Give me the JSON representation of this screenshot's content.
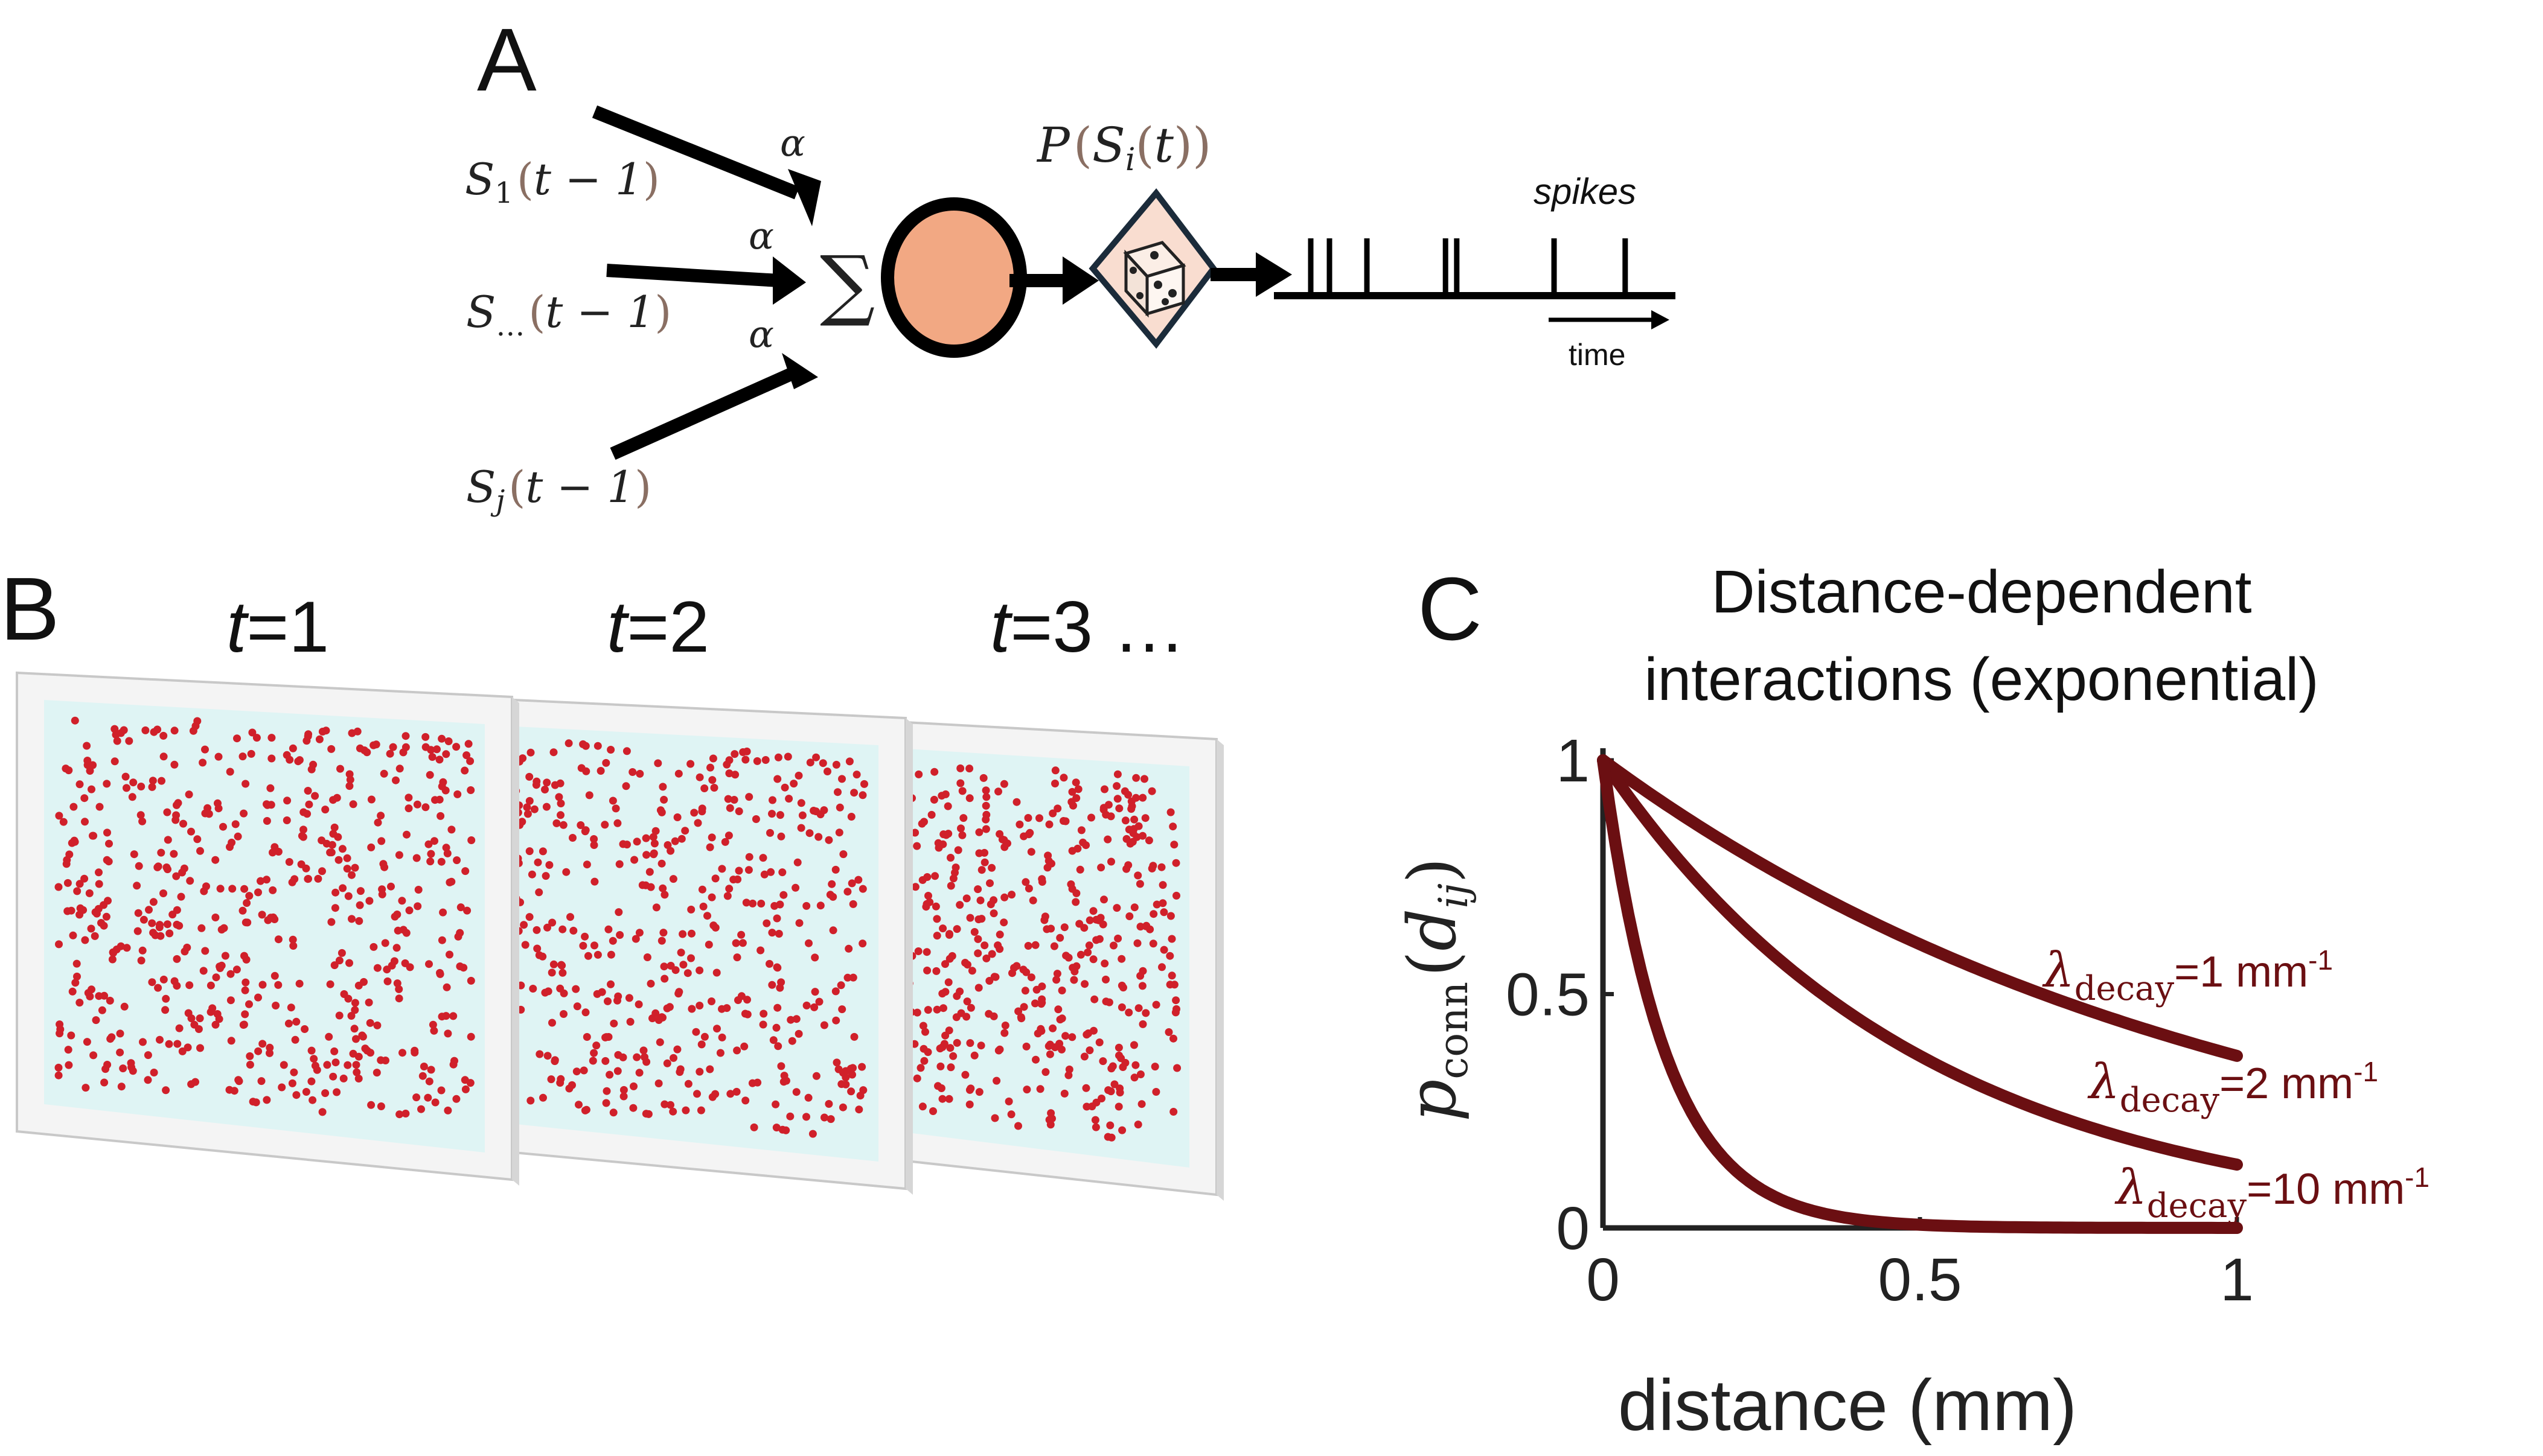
{
  "panel_a": {
    "letter": "A",
    "inputs": [
      {
        "base": "S",
        "sub": "1",
        "arg": "t − 1"
      },
      {
        "base": "S",
        "sub": "…",
        "arg": "t − 1"
      },
      {
        "base": "S",
        "sub": "j",
        "arg": "t − 1"
      }
    ],
    "weight": "α",
    "sum": "∑",
    "prob_label": {
      "p": "P",
      "s": "S",
      "sub": "i",
      "arg": "t"
    },
    "spikes_label": "spikes",
    "time_label": "time",
    "spike_times": [
      0.05,
      0.1,
      0.2,
      0.41,
      0.44,
      0.7,
      0.89
    ],
    "colors": {
      "neuron": "#f2a883",
      "dice_box": "#f9ddd0"
    }
  },
  "panel_b": {
    "letter": "B",
    "frames": [
      {
        "t": "t",
        "eq": "=1"
      },
      {
        "t": "t",
        "eq": "=2"
      },
      {
        "t": "t",
        "eq": "=3 …"
      }
    ],
    "colors": {
      "dot": "#d0202a",
      "frame_fill": "#dff4f4",
      "frame_border": "#f2f2f2"
    }
  },
  "panel_c": {
    "letter": "C",
    "title_lines": [
      "Distance-dependent",
      "interactions (exponential)"
    ],
    "chart_data": {
      "type": "line",
      "title": "Distance-dependent interactions (exponential)",
      "xlabel": "distance (mm)",
      "ylabel": "p_conn(d_ij)",
      "xlim": [
        0,
        1
      ],
      "ylim": [
        0,
        1
      ],
      "xticks": [
        "0",
        "0.5",
        "1"
      ],
      "yticks": [
        "0",
        "0.5",
        "1"
      ],
      "grid": false,
      "series": [
        {
          "lambda": 1,
          "x": [
            0,
            0.1,
            0.2,
            0.3,
            0.4,
            0.5,
            0.6,
            0.7,
            0.8,
            0.9,
            1.0
          ],
          "y": [
            1.0,
            0.905,
            0.819,
            0.741,
            0.67,
            0.607,
            0.549,
            0.497,
            0.449,
            0.407,
            0.368
          ]
        },
        {
          "lambda": 2,
          "x": [
            0,
            0.1,
            0.2,
            0.3,
            0.4,
            0.5,
            0.6,
            0.7,
            0.8,
            0.9,
            1.0
          ],
          "y": [
            1.0,
            0.819,
            0.67,
            0.549,
            0.449,
            0.368,
            0.301,
            0.247,
            0.202,
            0.165,
            0.135
          ]
        },
        {
          "lambda": 10,
          "x": [
            0,
            0.1,
            0.2,
            0.3,
            0.4,
            0.5,
            0.6,
            0.7,
            0.8,
            0.9,
            1.0
          ],
          "y": [
            1.0,
            0.368,
            0.135,
            0.05,
            0.018,
            0.007,
            0.002,
            0.001,
            0.0,
            0.0,
            0.0
          ]
        }
      ],
      "labels": [
        {
          "sym": "λ",
          "sub": "decay",
          "val": "=1 mm",
          "sup": "-1"
        },
        {
          "sym": "λ",
          "sub": "decay",
          "val": "=2 mm",
          "sup": "-1"
        },
        {
          "sym": "λ",
          "sub": "decay",
          "val": "=10 mm",
          "sup": "-1"
        }
      ],
      "line_color": "#6b0f12"
    },
    "ylabel_parts": {
      "p": "p",
      "sub": "conn",
      "d": "d",
      "dsub": "ij"
    }
  }
}
